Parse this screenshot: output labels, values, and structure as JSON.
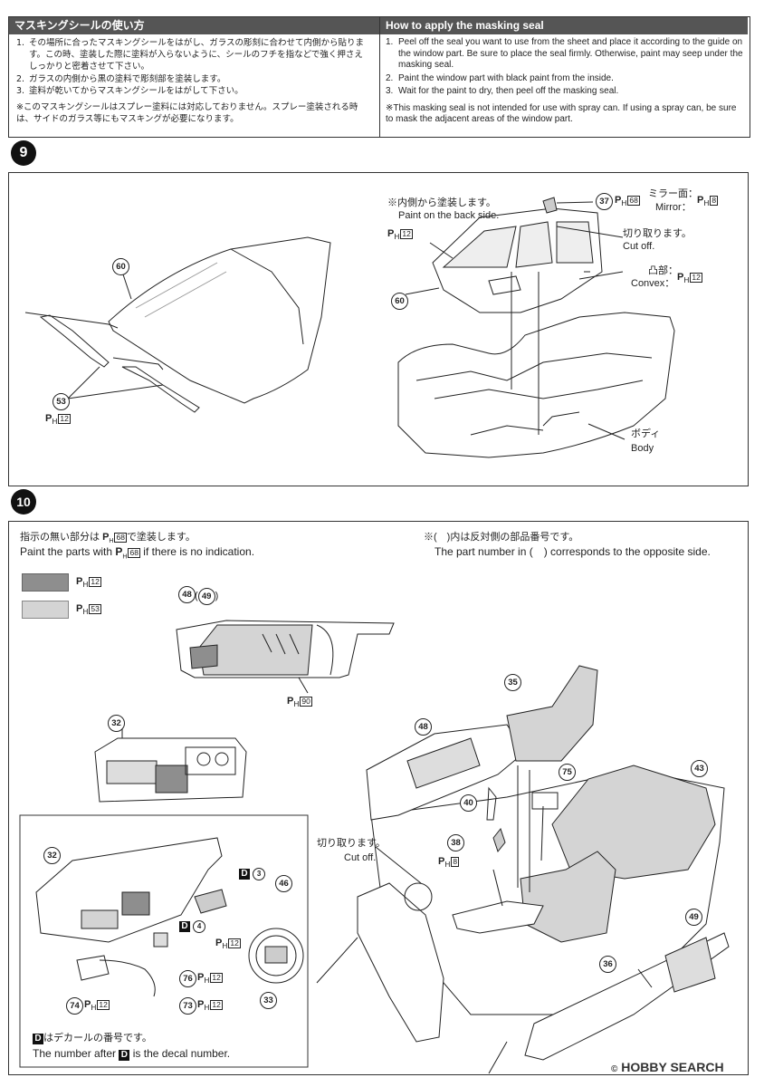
{
  "masking_jp": {
    "title": "マスキングシールの使い方",
    "steps": [
      {
        "num": "1.",
        "text": "その場所に合ったマスキングシールをはがし、ガラスの彫刻に合わせて内側から貼ります。この時、塗装した際に塗料が入らないように、シールのフチを指などで強く押さえしっかりと密着させて下さい。"
      },
      {
        "num": "2.",
        "text": "ガラスの内側から黒の塗料で彫刻部を塗装します。"
      },
      {
        "num": "3.",
        "text": "塗料が乾いてからマスキングシールをはがして下さい。"
      }
    ],
    "note": "※このマスキングシールはスプレー塗料には対応しておりません。スプレー塗装される時は、サイドのガラス等にもマスキングが必要になります。"
  },
  "masking_en": {
    "title": "How to apply the masking seal",
    "steps": [
      {
        "num": "1.",
        "text": "Peel off the seal you want to use from the sheet and place it according to the guide on the window part. Be sure to place the seal firmly. Otherwise, paint may seep under the masking seal."
      },
      {
        "num": "2.",
        "text": "Paint the window part with black paint from the inside."
      },
      {
        "num": "3.",
        "text": "Wait for the paint to dry, then peel off the masking seal."
      }
    ],
    "note": "※This masking seal is not intended for use with spray can. If using a spray can, be sure to mask the adjacent areas of the window part."
  },
  "step9": {
    "number": "9",
    "parts": {
      "windshield": "60",
      "wiper": "53",
      "mirror": "37"
    },
    "paint_wiper": "12",
    "back_side_jp": "※内側から塗装します。",
    "back_side_en": "Paint on the back side.",
    "window_paint": "12",
    "mirror_paint": "68",
    "mirror_face_jp": "ミラー面：",
    "mirror_face_en": "Mirror：",
    "mirror_face_paint": "8",
    "cutoff_jp": "切り取ります。",
    "cutoff_en": "Cut off.",
    "convex_jp": "凸部：",
    "convex_en": "Convex：",
    "convex_paint": "12",
    "body_jp": "ボディ",
    "body_en": "Body"
  },
  "step10": {
    "number": "10",
    "intro_jp_a": "指示の無い部分は",
    "intro_jp_b": "で塗装します。",
    "intro_en_a": "Paint the parts with",
    "intro_en_b": "if there is no indication.",
    "default_paint": "68",
    "note_jp": "※(　)内は反対側の部品番号です。",
    "note_en": "The part number in (　) corresponds to the opposite side.",
    "legend": [
      {
        "color": "#8e8e8e",
        "paint": "12"
      },
      {
        "color": "#d4d4d4",
        "paint": "53"
      }
    ],
    "door_label": "48",
    "door_opposite": "49",
    "door_paint": "90",
    "parts": {
      "dash": "32",
      "seat_front": "35",
      "door_l": "48",
      "shifter": "75",
      "lever": "40",
      "rear_seat": "43",
      "knob": "38",
      "seat_right": "36",
      "door_r": "49",
      "radio": "46",
      "wheel": "33",
      "bracket": "76",
      "mic": "73",
      "cb": "74"
    },
    "knob_paint": "8",
    "cutoff_jp": "切り取ります。",
    "cutoff_en": "Cut off.",
    "decal_3": "3",
    "decal_4": "4",
    "inset_paints": {
      "radio": "12",
      "bracket": "12",
      "mic": "12",
      "cb": "12"
    },
    "decal_note_jp": "はデカールの番号です。",
    "decal_note_en_a": "The number after",
    "decal_note_en_b": "is the decal number."
  },
  "watermark": "HOBBY SEARCH",
  "watermark_copyright": "©"
}
